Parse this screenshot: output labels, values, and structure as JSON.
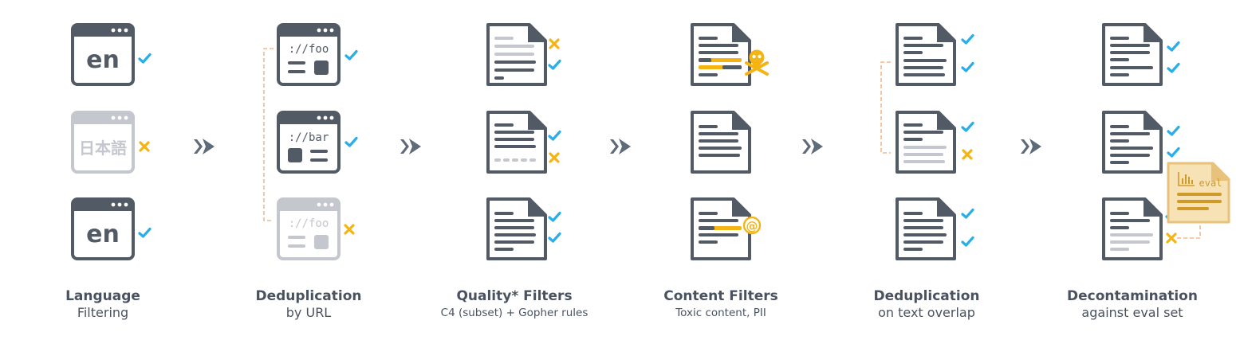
{
  "stages": [
    {
      "title": "Language",
      "subtitle": "Filtering",
      "subtitle_style": "normal"
    },
    {
      "title": "Deduplication",
      "subtitle": "by URL",
      "subtitle_style": "normal"
    },
    {
      "title": "Quality* Filters",
      "subtitle": "C4 (subset) + Gopher rules",
      "subtitle_style": "small"
    },
    {
      "title": "Content Filters",
      "subtitle": "Toxic content, PII",
      "subtitle_style": "small"
    },
    {
      "title": "Deduplication",
      "subtitle": "on text overlap",
      "subtitle_style": "normal"
    },
    {
      "title": "Decontamination",
      "subtitle": "against eval set",
      "subtitle_style": "normal"
    }
  ],
  "icon_text": {
    "lang_en": "en",
    "lang_ja": "日本語",
    "url_foo": "://foo",
    "url_bar": "://bar",
    "eval": "eval"
  },
  "colors": {
    "icon_dark": "#525a66",
    "icon_faded": "#c4c7cd",
    "check": "#29aee8",
    "cross": "#f4b414",
    "highlight": "#f4b414",
    "eval_doc": "#f6e2b4",
    "eval_stroke": "#e8c27a",
    "eval_lines": "#d09a2a",
    "connector_dash": "#f2b98e",
    "arrow": "#5f6b78",
    "text": "#4a5260"
  },
  "icon_names": [
    "check-icon",
    "cross-icon",
    "skull-icon",
    "at-sign-icon",
    "chart-icon",
    "double-chevron-right-icon"
  ]
}
